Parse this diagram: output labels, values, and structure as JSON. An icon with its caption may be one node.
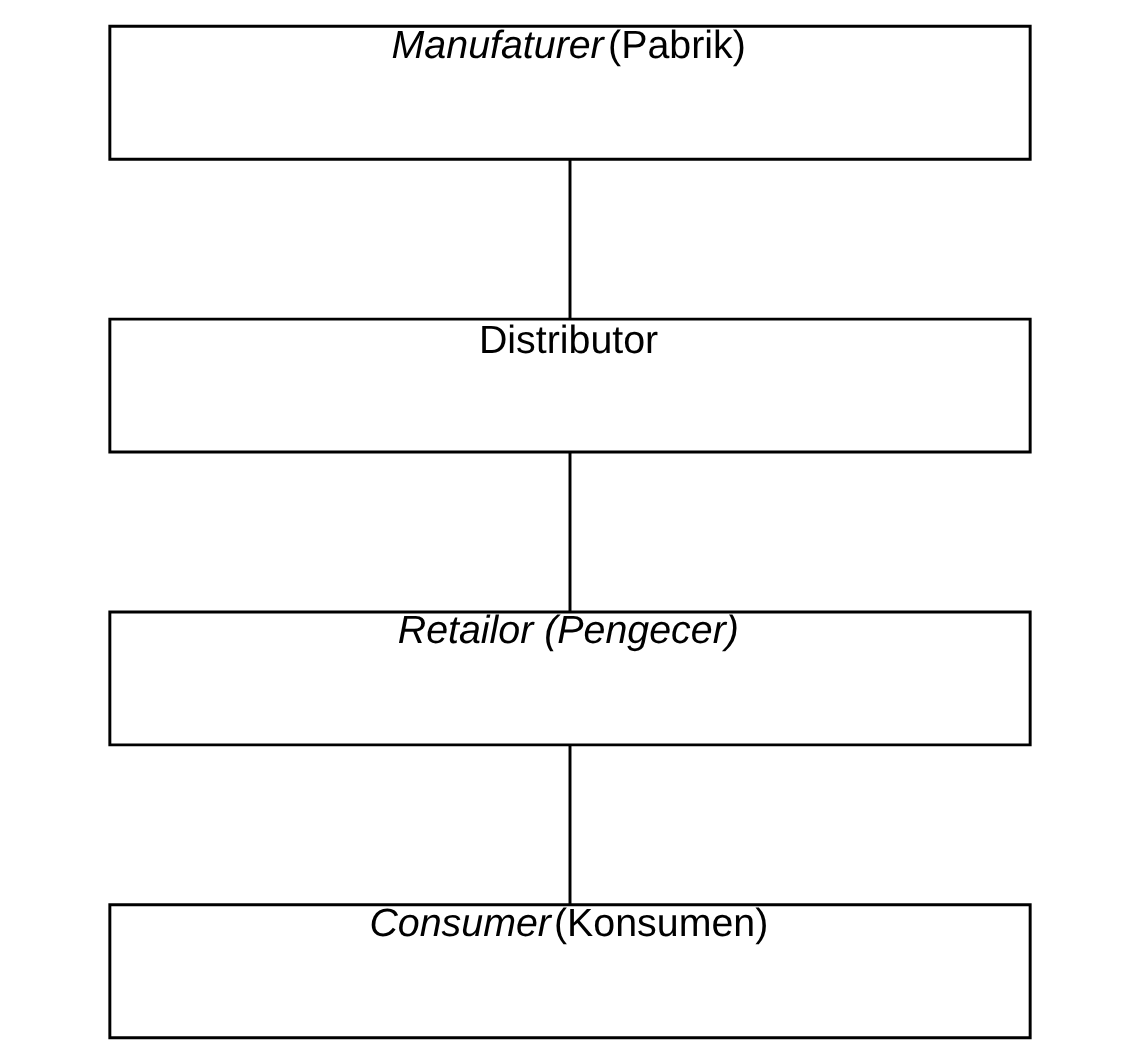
{
  "diagram": {
    "nodes": [
      {
        "text": [
          "*Manufaturer*(Pabrik)"
        ]
      },
      {
        "text": [
          "Distributor"
        ]
      },
      {
        "text": [
          "*Retailor (Pengecer)*"
        ]
      },
      {
        "text": [
          "*Consumer*(Konsumen)"
        ]
      }
    ],
    "edges": [
      {
        "from": 0,
        "to": 1,
        "arrow": "none"
      },
      {
        "from": 1,
        "to": 2,
        "arrow": "none"
      },
      {
        "from": 2,
        "to": 3,
        "arrow": "none"
      }
    ]
  }
}
